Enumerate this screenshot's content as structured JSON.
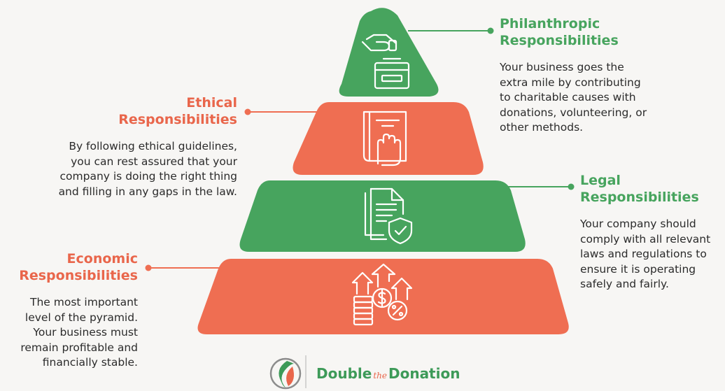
{
  "levels": {
    "philanthropic": {
      "title": [
        "Philanthropic",
        "Responsibilities"
      ],
      "description": [
        "Your business goes the",
        "extra mile by contributing",
        "to charitable causes with",
        "donations, volunteering, or",
        "other methods."
      ],
      "icon": "hand-donation-box-icon",
      "color": "#47a45e"
    },
    "ethical": {
      "title": [
        "Ethical",
        "Responsibilities"
      ],
      "description": [
        "By following ethical guidelines,",
        "you can rest assured that your",
        "company is doing the right thing",
        "and filling in any gaps in the law."
      ],
      "icon": "hand-on-book-icon",
      "color": "#ef6e52"
    },
    "legal": {
      "title": [
        "Legal",
        "Responsibilities"
      ],
      "description": [
        "Your company should",
        "comply with all relevant",
        "laws and regulations to",
        "ensure it is operating",
        "safely and fairly."
      ],
      "icon": "document-shield-icon",
      "color": "#47a45e"
    },
    "economic": {
      "title": [
        "Economic",
        "Responsibilities"
      ],
      "description": [
        "The most important",
        "level of the pyramid.",
        "Your business must",
        "remain profitable and",
        "financially stable."
      ],
      "icon": "money-growth-icon",
      "color": "#ef6e52"
    }
  },
  "brand": {
    "name_part1": "Double",
    "name_the": "the",
    "name_part2": "Donation",
    "icon": "double-the-donation-logo-icon"
  },
  "colors": {
    "green": "#47a45e",
    "orange": "#ef6e52",
    "heading_orange": "#e9664b",
    "text": "#2b2b2b"
  }
}
